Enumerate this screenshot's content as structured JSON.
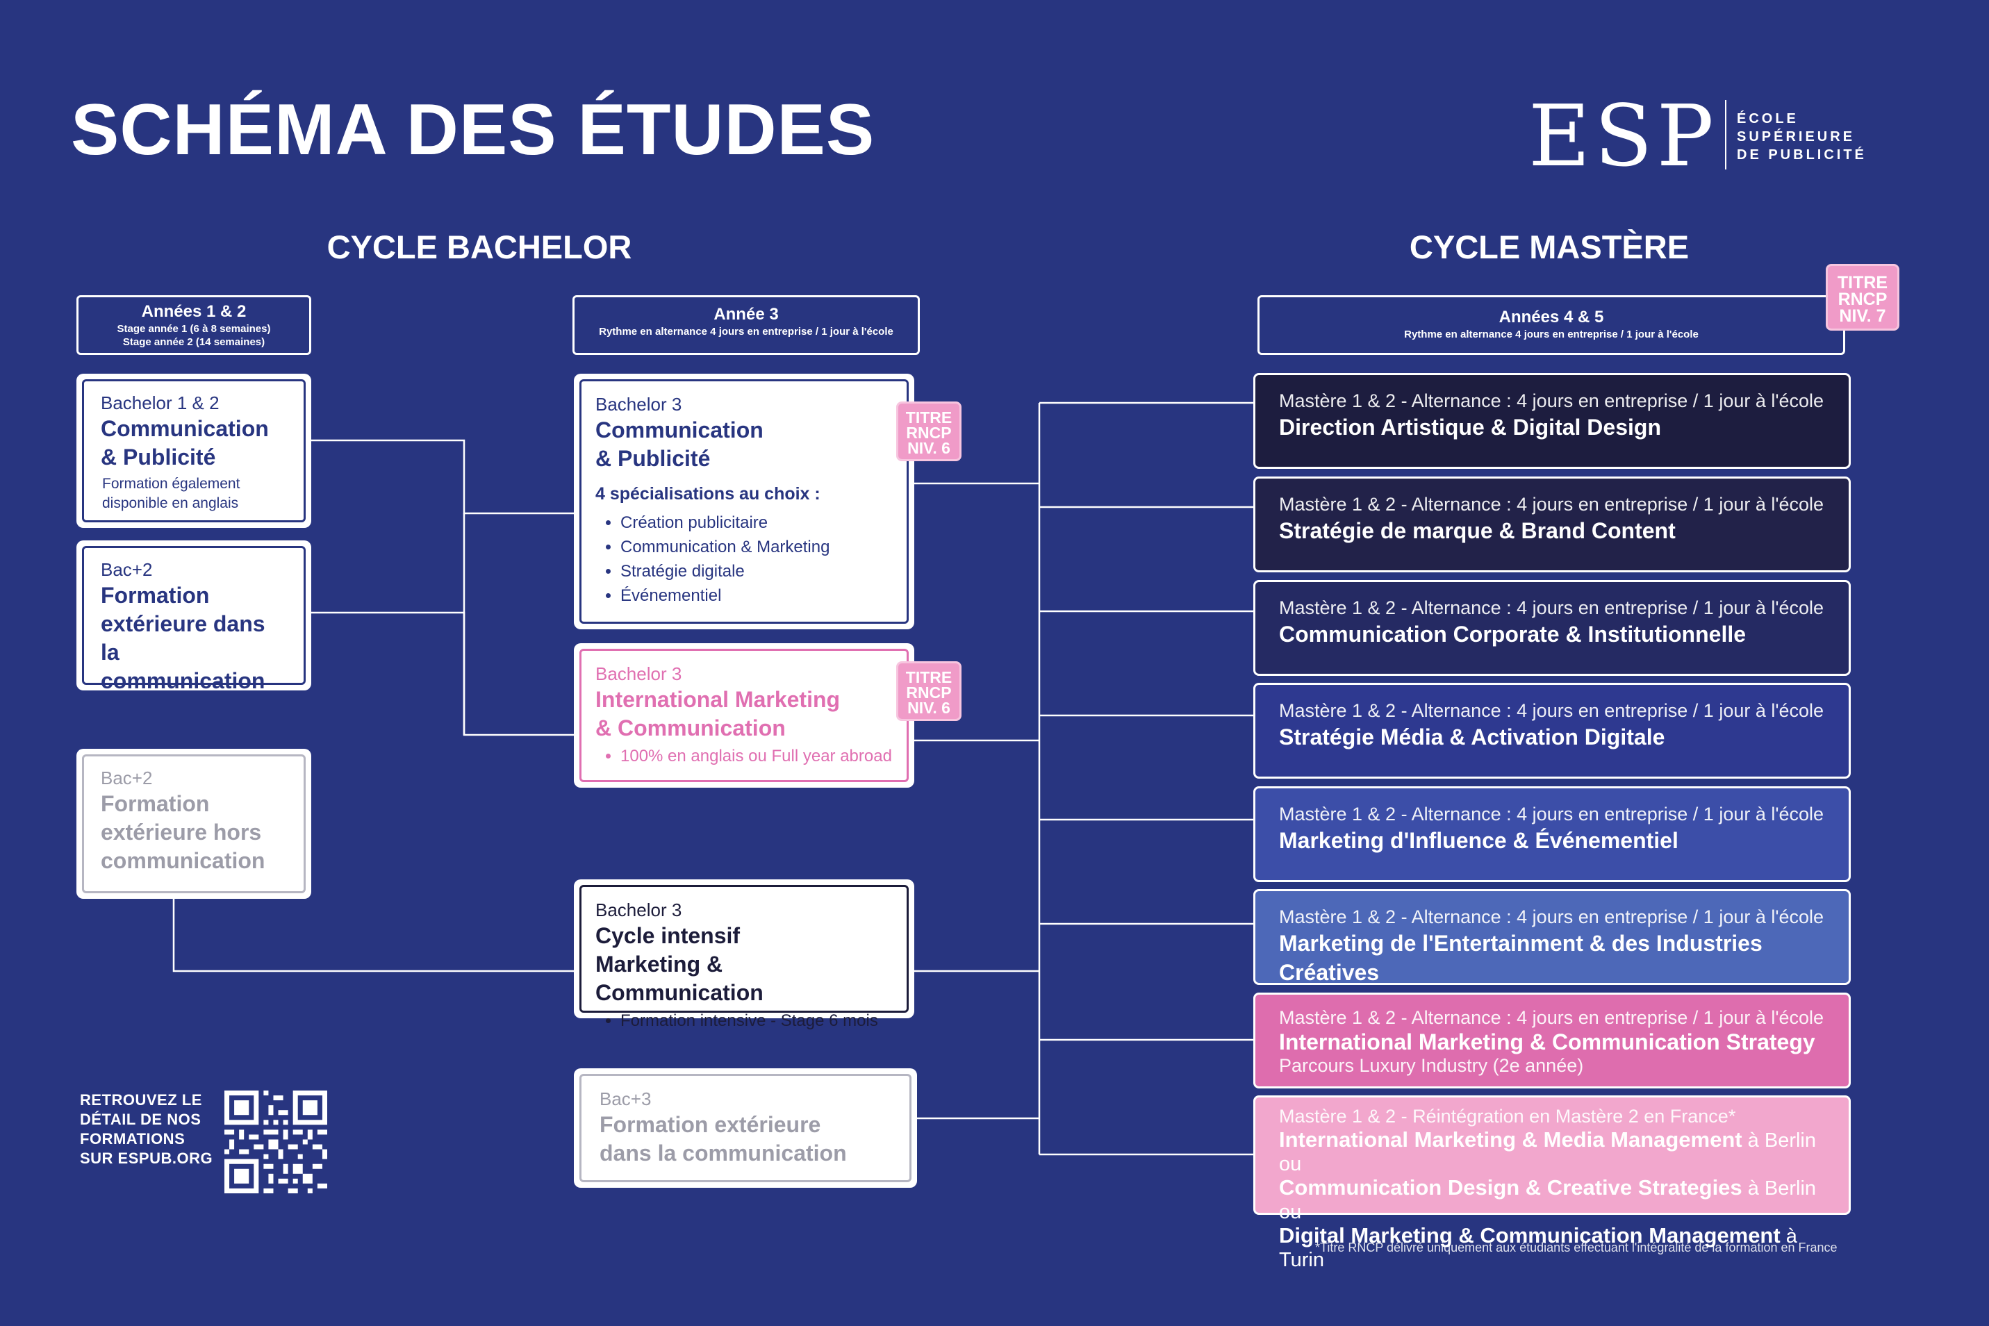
{
  "title": "SCHÉMA DES ÉTUDES",
  "logo": {
    "mark": "ESP",
    "line1": "ÉCOLE",
    "line2": "SUPÉRIEURE",
    "line3": "DE PUBLICITÉ"
  },
  "colors": {
    "background": "#283580",
    "pink": "#e06fb1",
    "master_cards": [
      "#1d1d3f",
      "#222249",
      "#252a63",
      "#2e3990",
      "#3c4ea8",
      "#4d68b8",
      "#de6dae",
      "#f2a7cd"
    ]
  },
  "bachelor": {
    "cycle_title": "CYCLE BACHELOR",
    "header_y12": {
      "title": "Années 1 & 2",
      "sub1": "Stage année 1 (6 à 8 semaines)",
      "sub2": "Stage année 2 (14 semaines)"
    },
    "header_y3": {
      "title": "Année 3",
      "sub": "Rythme en alternance 4 jours en entreprise / 1 jour à l'école"
    },
    "cards": {
      "b12": {
        "label": "Bachelor 1 & 2",
        "title1": "Communication",
        "title2": "& Publicité",
        "note1": "Formation également",
        "note2": "disponible en anglais"
      },
      "bac2_in": {
        "label": "Bac+2",
        "title1": "Formation",
        "title2": "extérieure dans",
        "title3": "la communication"
      },
      "bac2_out": {
        "label": "Bac+2",
        "title1": "Formation",
        "title2": "extérieure hors",
        "title3": "communication"
      },
      "b3_com": {
        "label": "Bachelor 3",
        "title1": "Communication",
        "title2": "& Publicité",
        "strong": "4 spécialisations au choix :",
        "items": [
          "Création publicitaire",
          "Communication & Marketing",
          "Stratégie digitale",
          "Événementiel"
        ]
      },
      "b3_intl": {
        "label": "Bachelor 3",
        "title1": "International Marketing",
        "title2": "& Communication",
        "items": [
          "100% en anglais ou Full year abroad"
        ]
      },
      "b3_intensive": {
        "label": "Bachelor 3",
        "title1": "Cycle intensif",
        "title2": "Marketing & Communication",
        "items": [
          "Formation intensive - Stage 6 mois"
        ]
      },
      "bac3": {
        "label": "Bac+3",
        "title1": "Formation extérieure",
        "title2": "dans la communication"
      }
    },
    "badge": {
      "l1": "TITRE",
      "l2": "RNCP",
      "l3": "NIV. 6"
    }
  },
  "master": {
    "cycle_title": "CYCLE MASTÈRE",
    "header": {
      "title": "Années 4 & 5",
      "sub": "Rythme en alternance 4 jours en entreprise / 1 jour à l'école"
    },
    "badge": {
      "l1": "TITRE",
      "l2": "RNCP",
      "l3": "NIV. 7"
    },
    "cards": [
      {
        "sub": "Mastère 1 & 2 - Alternance : 4 jours en entreprise / 1 jour à l'école",
        "title": "Direction Artistique & Digital Design"
      },
      {
        "sub": "Mastère 1 & 2 - Alternance : 4 jours en entreprise / 1 jour à l'école",
        "title": "Stratégie de marque & Brand Content"
      },
      {
        "sub": "Mastère 1 & 2 - Alternance : 4 jours en entreprise / 1 jour à l'école",
        "title": "Communication Corporate & Institutionnelle"
      },
      {
        "sub": "Mastère 1 & 2 - Alternance : 4 jours en entreprise / 1 jour à l'école",
        "title": "Stratégie Média & Activation Digitale"
      },
      {
        "sub": "Mastère 1 & 2 - Alternance : 4 jours en entreprise / 1 jour à l'école",
        "title": "Marketing d'Influence & Événementiel"
      },
      {
        "sub": "Mastère 1 & 2 - Alternance : 4 jours en entreprise / 1 jour à l'école",
        "title": "Marketing de l'Entertainment & des Industries Créatives"
      },
      {
        "sub": "Mastère 1 & 2 - Alternance : 4 jours en entreprise / 1 jour à l'école",
        "title": "International Marketing & Communication Strategy",
        "extra": "Parcours Luxury Industry (2e année)"
      }
    ],
    "reintegration": {
      "sub": "Mastère 1 & 2 - Réintégration en Mastère 2 en France*",
      "lines": [
        {
          "title": "International Marketing & Media Management",
          "suffix": " à Berlin ou"
        },
        {
          "title": "Communication Design & Creative Strategies",
          "suffix": " à Berlin ou"
        },
        {
          "title": "Digital Marketing & Communication Management",
          "suffix": " à Turin"
        }
      ]
    }
  },
  "footnote": "*Titre RNCP délivré uniquement aux étudiants effectuant l'intégralité de la formation en France",
  "qr_text": {
    "l1": "RETROUVEZ LE",
    "l2": "DÉTAIL DE NOS",
    "l3": "FORMATIONS",
    "l4": "SUR ESPUB.ORG"
  }
}
